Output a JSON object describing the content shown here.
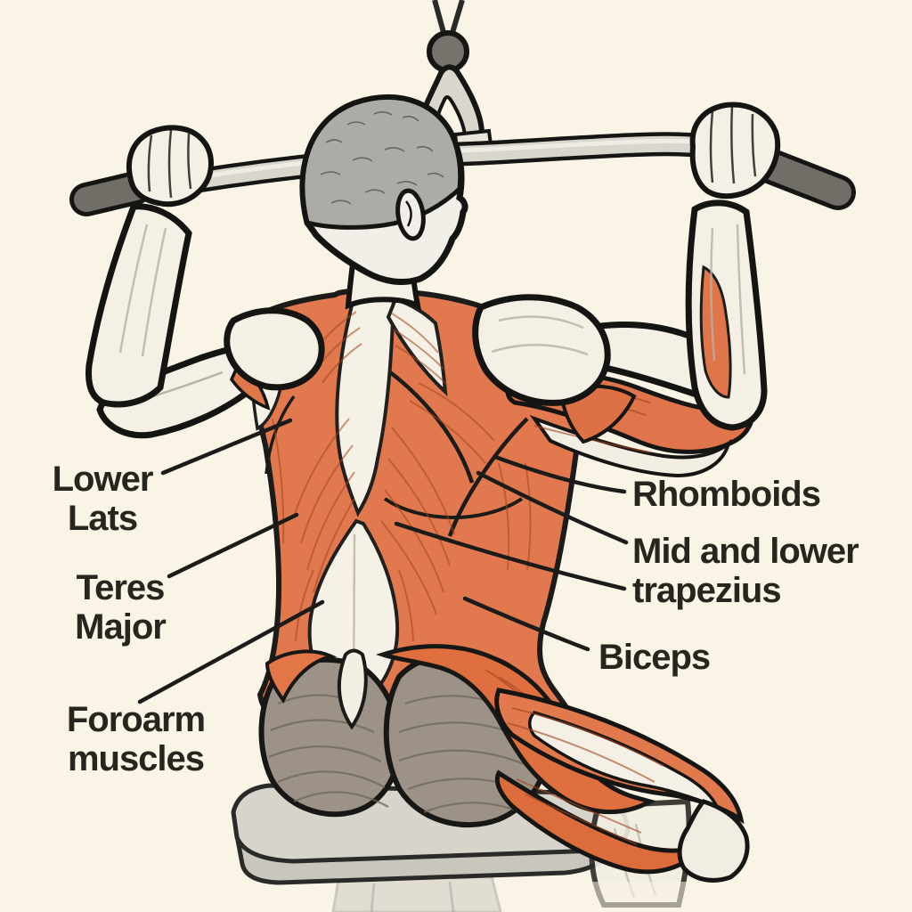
{
  "diagram": {
    "kind": "anatomy-exercise-illustration",
    "labels": {
      "left": [
        {
          "id": "lower-lats",
          "lines": [
            "Lower",
            "Lats"
          ]
        },
        {
          "id": "teres-major",
          "lines": [
            "Teres",
            "Major"
          ]
        },
        {
          "id": "forearm-muscles",
          "lines": [
            "Foroarm",
            "muscles"
          ]
        }
      ],
      "right": [
        {
          "id": "rhomboids",
          "lines": [
            "Rhomboids"
          ]
        },
        {
          "id": "mid-lower-trapezius",
          "lines": [
            "Mid and lower",
            "trapezius"
          ]
        },
        {
          "id": "biceps",
          "lines": [
            "Biceps"
          ]
        }
      ]
    },
    "colors": {
      "background": "#FAF4E6",
      "muscle_orange": "#E2794E",
      "muscle_striation": "#A2451F",
      "skin_light": "#F5F0E5",
      "glute_gray": "#9D9287",
      "outline": "#1B1B19",
      "label_text": "#26261F",
      "bar_gray": "#D9D6CE",
      "grip_dark": "#716E68",
      "bench_gray": "#D7D4CC",
      "hair_gray": "#ACABA6"
    }
  }
}
